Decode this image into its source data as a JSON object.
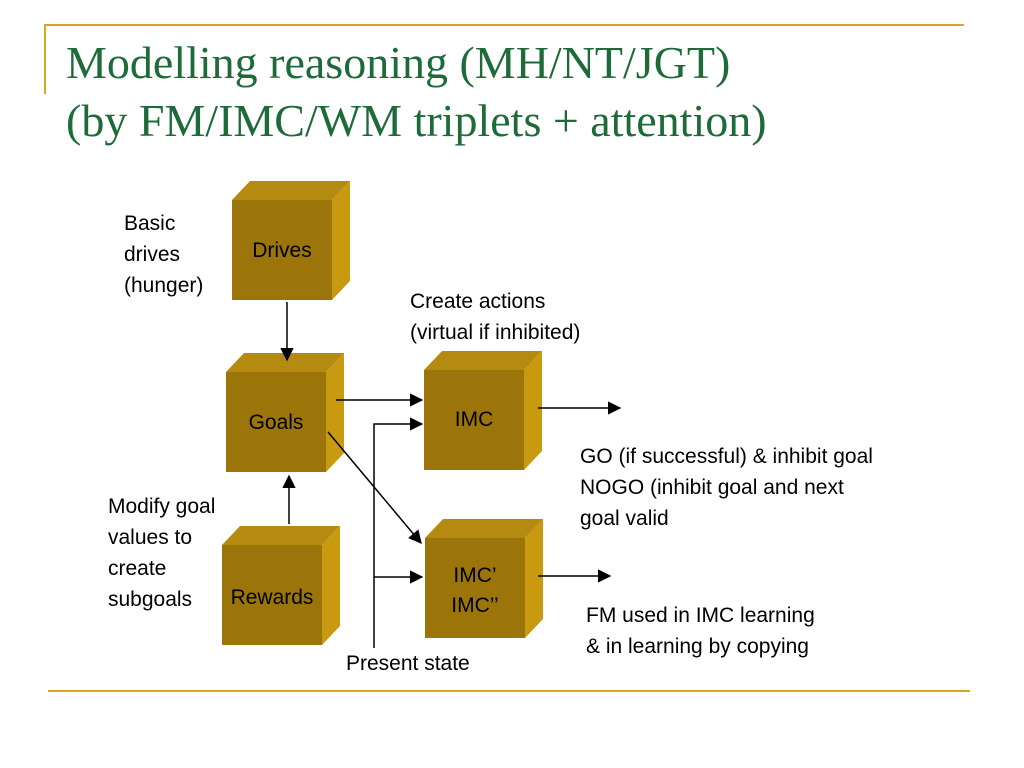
{
  "slide": {
    "title_line1": "Modelling reasoning (MH/NT/JGT)",
    "title_line2": "(by FM/IMC/WM triplets + attention)"
  },
  "boxes": {
    "drives": "Drives",
    "goals": "Goals",
    "rewards": "Rewards",
    "imc": "IMC",
    "imc_prime_line1": "IMC’",
    "imc_prime_line2": "IMC’’"
  },
  "annotations": {
    "basic_drives": [
      "Basic",
      "drives",
      "(hunger)"
    ],
    "create_actions": [
      "Create actions",
      "(virtual if inhibited)"
    ],
    "go_nogo": [
      "GO (if successful) & inhibit goal",
      "NOGO (inhibit goal and next",
      "goal valid"
    ],
    "modify_goal": [
      "Modify goal",
      "values to",
      "create",
      "subgoals"
    ],
    "fm_used": [
      "FM used in IMC learning",
      "& in learning by copying"
    ],
    "present_state": "Present state"
  },
  "colors": {
    "box_front": "#9B7509",
    "box_top": "#B48A10",
    "box_side": "#C99A10",
    "title": "#1E6B3A",
    "frame": "#DAA520"
  }
}
